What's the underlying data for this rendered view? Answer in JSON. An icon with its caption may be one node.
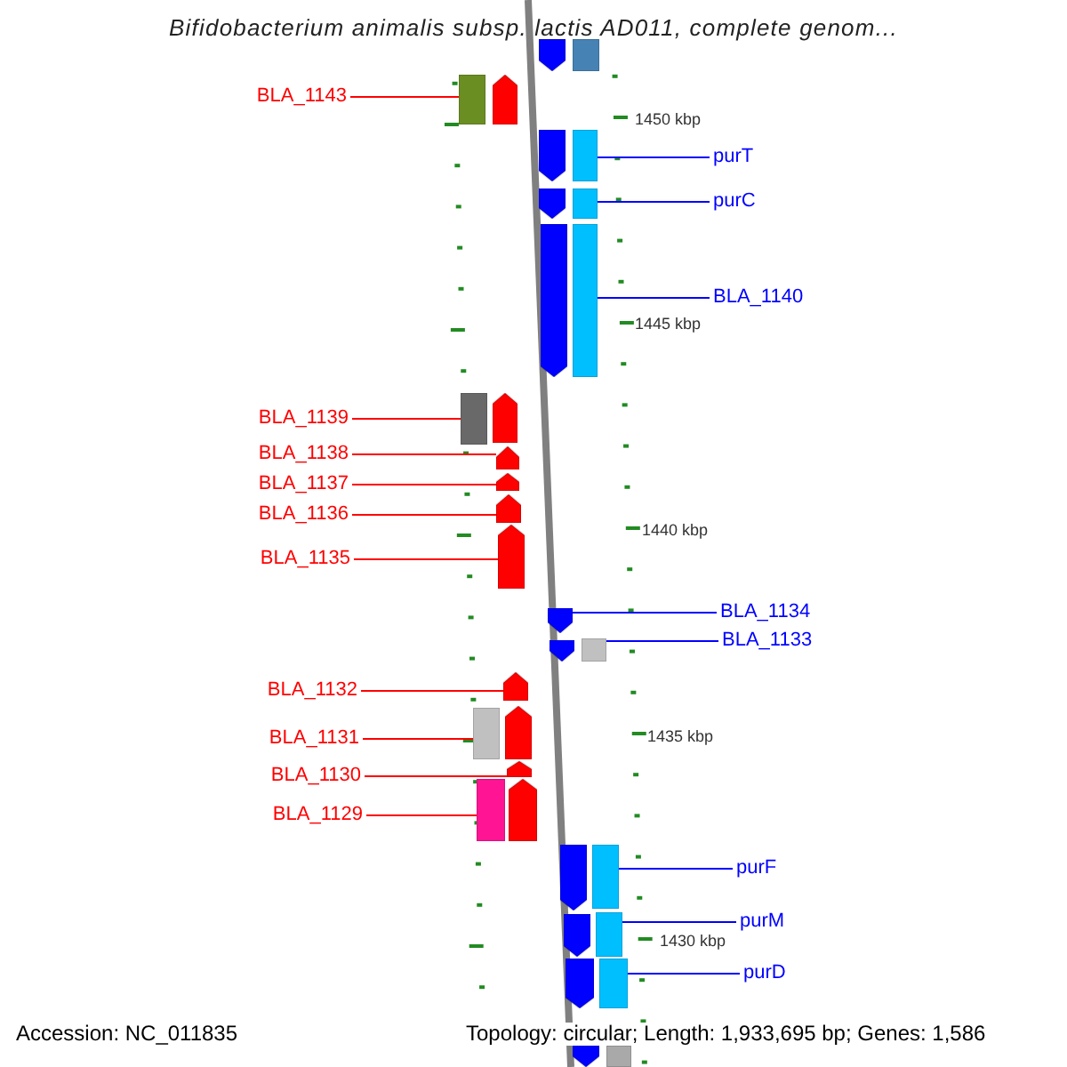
{
  "diagram": {
    "title": "Bifidobacterium animalis subsp. lactis AD011, complete genom...",
    "nodes": [
      {
        "text": [],
        "shape": "arrow"
      },
      {
        "text": [],
        "shape": "bar"
      },
      {
        "text": [
          "BLA_1143"
        ]
      },
      {
        "text": [],
        "shape": "bar"
      },
      {
        "text": [],
        "shape": "arrow"
      },
      {
        "text": [
          "purT"
        ]
      },
      {
        "text": [],
        "shape": "arrow"
      },
      {
        "text": [],
        "shape": "bar"
      },
      {
        "text": [
          "purC"
        ]
      },
      {
        "text": [],
        "shape": "arrow"
      },
      {
        "text": [],
        "shape": "bar"
      },
      {
        "text": [
          "BLA_1140"
        ]
      },
      {
        "text": [],
        "shape": "arrow"
      },
      {
        "text": [],
        "shape": "bar"
      },
      {
        "text": [
          "BLA_1139"
        ]
      },
      {
        "text": [],
        "shape": "bar"
      },
      {
        "text": [],
        "shape": "arrow"
      },
      {
        "text": [
          "BLA_1138"
        ]
      },
      {
        "text": [],
        "shape": "arrow"
      },
      {
        "text": [
          "BLA_1137"
        ]
      },
      {
        "text": [],
        "shape": "arrow"
      },
      {
        "text": [
          "BLA_1136"
        ]
      },
      {
        "text": [],
        "shape": "arrow"
      },
      {
        "text": [
          "BLA_1135"
        ]
      },
      {
        "text": [],
        "shape": "arrow"
      },
      {
        "text": [
          "BLA_1134"
        ]
      },
      {
        "text": [],
        "shape": "arrow"
      },
      {
        "text": [
          "BLA_1133"
        ]
      },
      {
        "text": [],
        "shape": "arrow"
      },
      {
        "text": [],
        "shape": "bar"
      },
      {
        "text": [
          "BLA_1132"
        ]
      },
      {
        "text": [],
        "shape": "arrow"
      },
      {
        "text": [
          "BLA_1131"
        ]
      },
      {
        "text": [],
        "shape": "bar"
      },
      {
        "text": [],
        "shape": "arrow"
      },
      {
        "text": [
          "BLA_1130"
        ]
      },
      {
        "text": [],
        "shape": "arrow"
      },
      {
        "text": [
          "BLA_1129"
        ]
      },
      {
        "text": [],
        "shape": "bar"
      },
      {
        "text": [],
        "shape": "arrow"
      },
      {
        "text": [
          "purF"
        ]
      },
      {
        "text": [],
        "shape": "arrow"
      },
      {
        "text": [],
        "shape": "bar"
      },
      {
        "text": [
          "purM"
        ]
      },
      {
        "text": [],
        "shape": "arrow"
      },
      {
        "text": [],
        "shape": "bar"
      },
      {
        "text": [
          "purD"
        ]
      },
      {
        "text": [],
        "shape": "arrow"
      },
      {
        "text": [],
        "shape": "bar"
      },
      {
        "text": [],
        "shape": "arrow"
      },
      {
        "text": [],
        "shape": "bar"
      }
    ],
    "edges": [
      {
        "from": 2,
        "to": 3,
        "arrow": "none"
      },
      {
        "from": 5,
        "to": 7,
        "arrow": "none",
        "color": "#0000ff"
      },
      {
        "from": 8,
        "to": 10,
        "arrow": "none",
        "color": "#0000ff"
      },
      {
        "from": 11,
        "to": 13,
        "arrow": "none",
        "color": "#0000ff"
      },
      {
        "from": 14,
        "to": 15,
        "arrow": "none"
      },
      {
        "from": 17,
        "to": 18,
        "arrow": "none"
      },
      {
        "from": 19,
        "to": 20,
        "arrow": "none"
      },
      {
        "from": 21,
        "to": 22,
        "arrow": "none"
      },
      {
        "from": 23,
        "to": 24,
        "arrow": "none"
      },
      {
        "from": 25,
        "to": 26,
        "arrow": "none",
        "color": "#0000ff"
      },
      {
        "from": 27,
        "to": 29,
        "arrow": "none",
        "color": "#0000ff"
      },
      {
        "from": 30,
        "to": 31,
        "arrow": "none"
      },
      {
        "from": 32,
        "to": 33,
        "arrow": "none"
      },
      {
        "from": 35,
        "to": 36,
        "arrow": "none"
      },
      {
        "from": 37,
        "to": 38,
        "arrow": "none"
      },
      {
        "from": 40,
        "to": 42,
        "arrow": "none",
        "color": "#0000ff"
      },
      {
        "from": 43,
        "to": 45,
        "arrow": "none",
        "color": "#0000ff"
      },
      {
        "from": 46,
        "to": 48,
        "arrow": "none",
        "color": "#0000ff"
      }
    ],
    "labels": [
      "1450 kbp",
      "1445 kbp",
      "1440 kbp",
      "1435 kbp",
      "1430 kbp",
      "Accession: NC_011835",
      "Topology: circular; Length: 1,933,695 bp; Genes: 1,586"
    ]
  }
}
